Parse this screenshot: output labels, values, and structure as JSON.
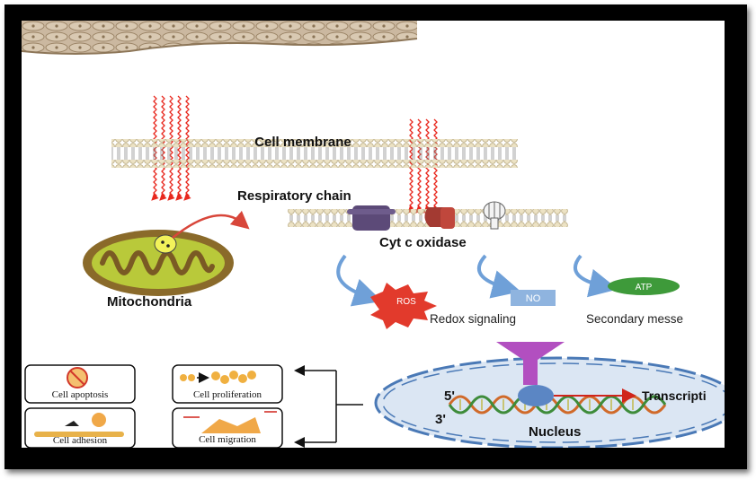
{
  "labels": {
    "cell_membrane": "Cell membrane",
    "respiratory_chain": "Respiratory chain",
    "cyt_c_oxidase": "Cyt c oxidase",
    "mitochondria": "Mitochondria",
    "ros": "ROS",
    "no": "NO",
    "atp": "ATP",
    "redox_signaling": "Redox signaling",
    "secondary_messenger": "Secondary messe",
    "five_prime": "5'",
    "three_prime": "3'",
    "transcription": "Transcripti",
    "nucleus": "Nucleus"
  },
  "outcomes": {
    "apoptosis": "Cell apoptosis",
    "proliferation": "Cell proliferation",
    "adhesion": "Cell adhesion",
    "migration": "Cell migration"
  },
  "colors": {
    "light_waves": "#e8281e",
    "mitochondria_outer": "#8a6a2a",
    "mitochondria_inner": "#b9c93a",
    "cytochrome": "#5c4a78",
    "ros_burst": "#e23a2c",
    "no_box": "#8fb4df",
    "atp_oval": "#3e9a3a",
    "signal_arrow": "#7b78b8",
    "funnel": "#b24fc0",
    "nucleus_fill": "#dbe6f3",
    "nucleus_border": "#4a79b6",
    "transcription_arrow": "#d0241c"
  }
}
